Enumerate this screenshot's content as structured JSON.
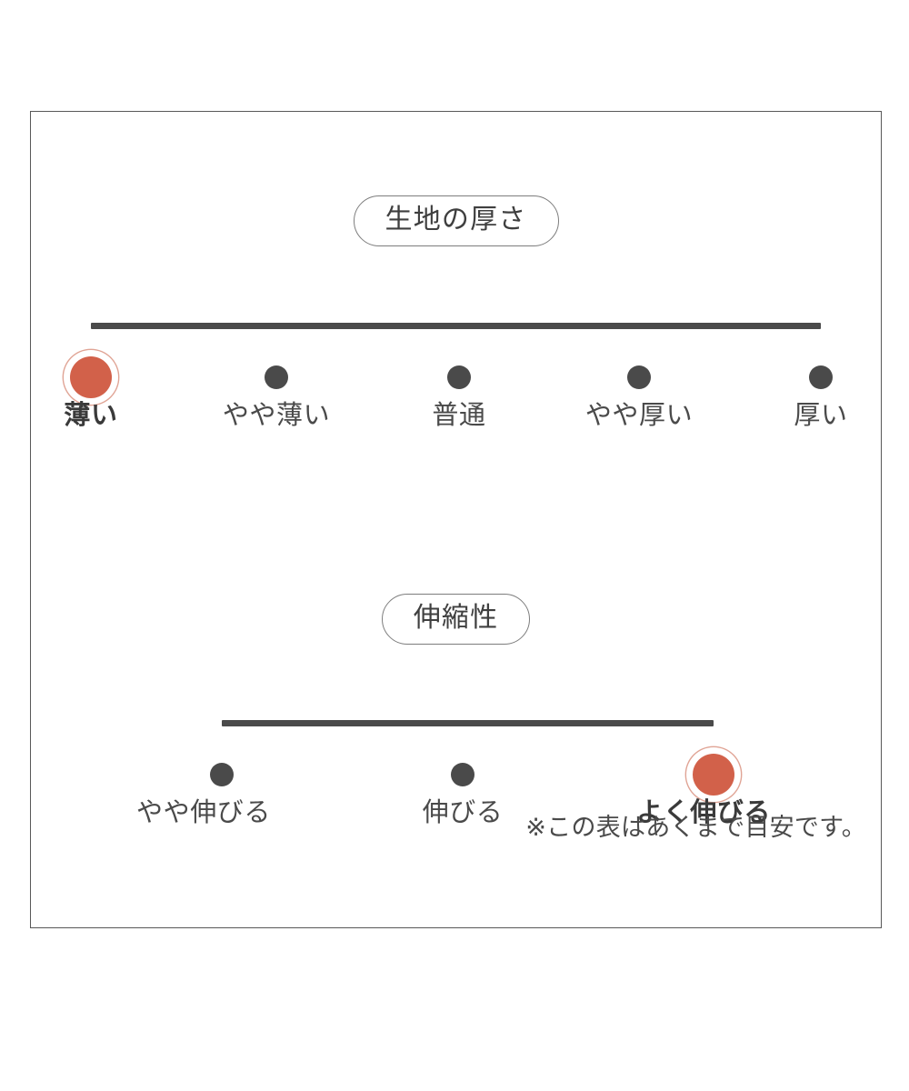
{
  "card": {
    "footnote": "※この表はあくまで目安です。",
    "border_color": "#585858"
  },
  "colors": {
    "active": "#d2614a",
    "active_ring": "#e0a495",
    "inactive": "#4a4a4a",
    "text": "#4a4a4a",
    "pill_border": "#7d7d7d"
  },
  "chart_data": {
    "type": "bar",
    "title": "生地の厚さ・伸縮性",
    "xlabel": "",
    "ylabel": "",
    "grid": false,
    "legend": "none",
    "charts": [
      {
        "type": "scale",
        "title": "生地の厚さ",
        "categories": [
          "薄い",
          "やや薄い",
          "普通",
          "やや厚い",
          "厚い"
        ],
        "values": [
          1,
          0,
          0,
          0,
          0
        ],
        "selected_index": 0,
        "selected_label": "薄い"
      },
      {
        "type": "scale",
        "title": "伸縮性",
        "categories": [
          "やや伸びる",
          "伸びる",
          "よく伸びる"
        ],
        "values": [
          0,
          0,
          1
        ],
        "selected_index": 2,
        "selected_label": "よく伸びる"
      }
    ]
  },
  "sections": [
    {
      "heading": "生地の厚さ",
      "ticks": [
        {
          "label": "薄い",
          "active": true
        },
        {
          "label": "やや薄い",
          "active": false
        },
        {
          "label": "普通",
          "active": false
        },
        {
          "label": "やや厚い",
          "active": false
        },
        {
          "label": "厚い",
          "active": false
        }
      ]
    },
    {
      "heading": "伸縮性",
      "ticks": [
        {
          "label": "やや伸びる",
          "active": false
        },
        {
          "label": "伸びる",
          "active": false
        },
        {
          "label": "よく伸びる",
          "active": true
        }
      ]
    }
  ]
}
